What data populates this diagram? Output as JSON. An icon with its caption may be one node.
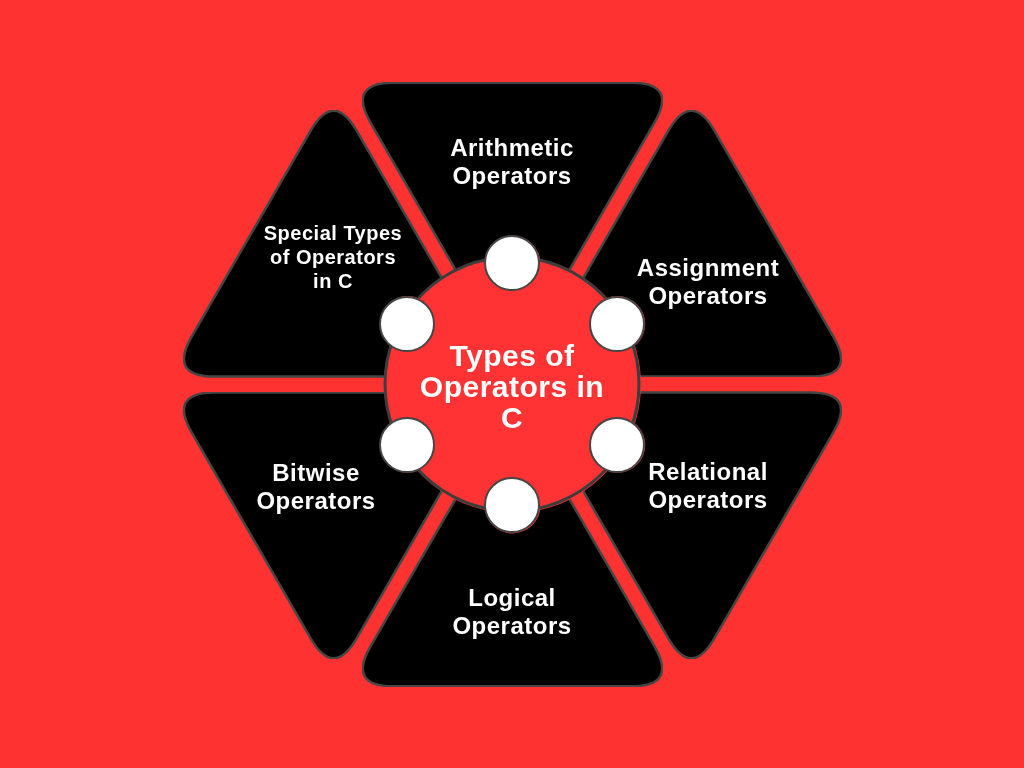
{
  "diagram": {
    "nodes": [
      {
        "text": [
          "Types of Operators in C"
        ]
      },
      {
        "text": [
          "Arithmetic Operators"
        ]
      },
      {
        "text": [
          "Assignment Operators"
        ]
      },
      {
        "text": [
          "Relational Operators"
        ]
      },
      {
        "text": [
          "Logical Operators"
        ]
      },
      {
        "text": [
          "Bitwise Operators"
        ]
      },
      {
        "text": [
          "Special Types of Operators in C"
        ]
      }
    ]
  }
}
